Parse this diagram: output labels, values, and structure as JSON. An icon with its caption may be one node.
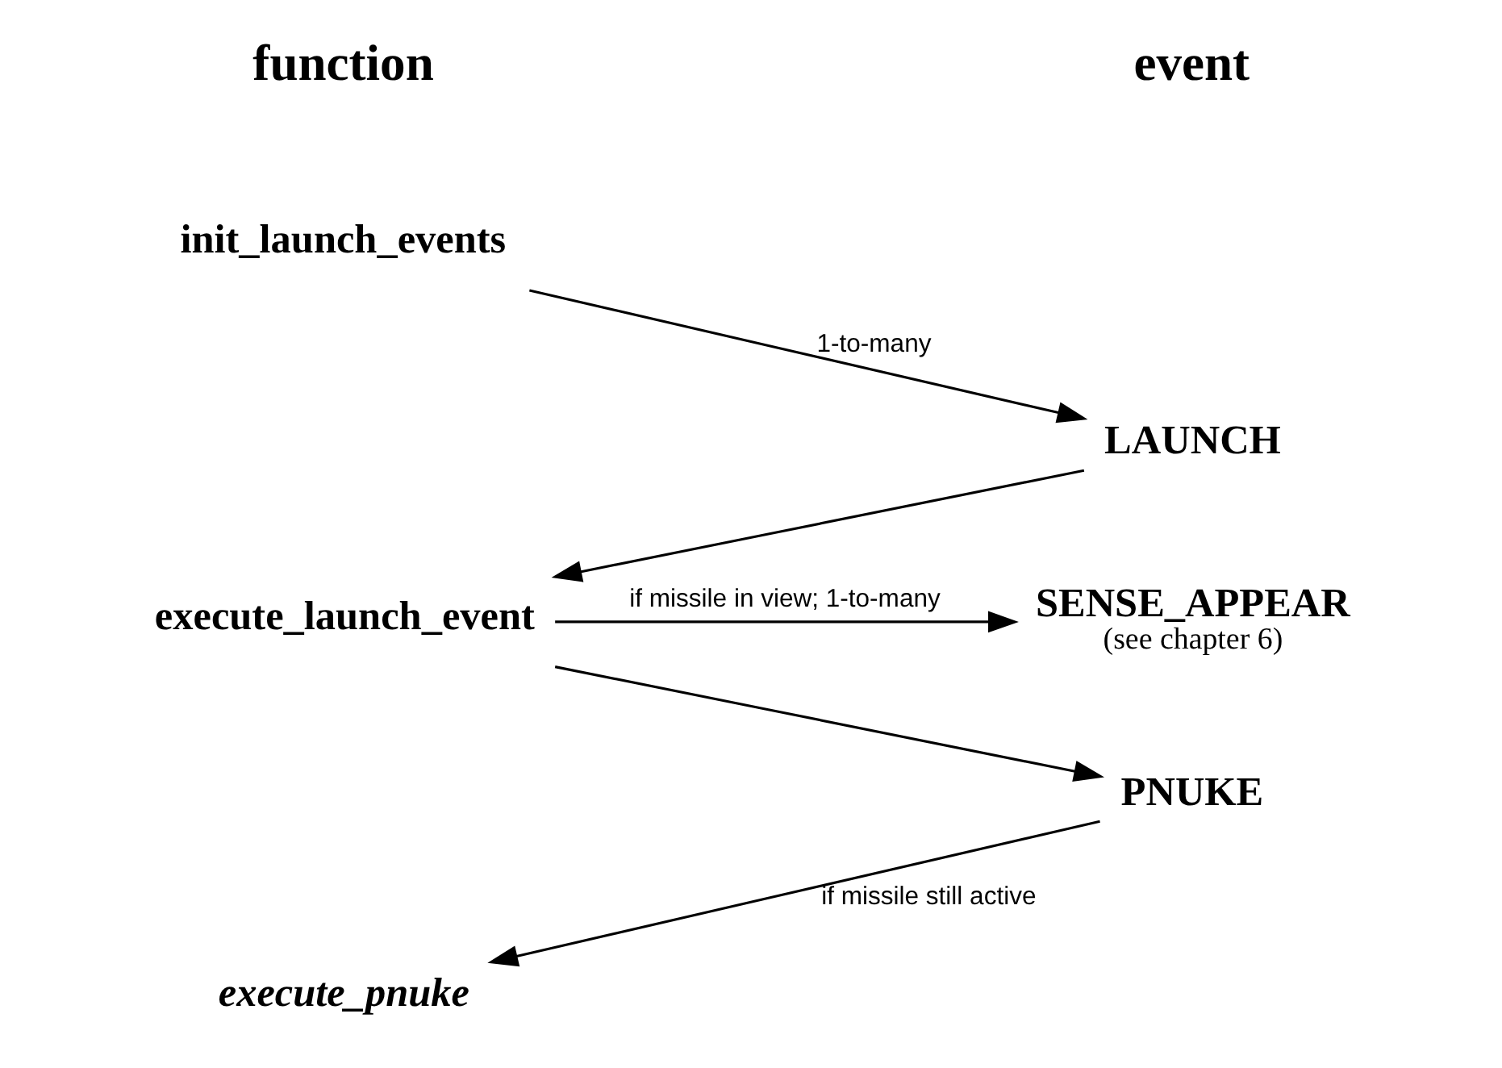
{
  "diagram": {
    "nodes": [
      {
        "text": [
          "init_launch_events"
        ]
      },
      {
        "text": [
          "LAUNCH"
        ]
      },
      {
        "text": [
          "execute_launch_event"
        ]
      },
      {
        "text": [
          "SENSE_APPEAR"
        ],
        "beside": [
          "(see chapter 6)"
        ]
      },
      {
        "text": [
          "PNUKE"
        ]
      },
      {
        "text": [
          "execute_pnuke"
        ]
      }
    ],
    "edges": [
      {
        "from": 0,
        "to": 1,
        "arrow": "to",
        "label": "1-to-many"
      },
      {
        "from": 1,
        "to": 2,
        "arrow": "to"
      },
      {
        "from": 2,
        "to": 3,
        "arrow": "to",
        "label": "if missile in view; 1-to-many"
      },
      {
        "from": 2,
        "to": 4,
        "arrow": "to"
      },
      {
        "from": 4,
        "to": 5,
        "arrow": "to",
        "label": "if missile still active"
      }
    ],
    "labels": [
      "function",
      "event"
    ]
  }
}
